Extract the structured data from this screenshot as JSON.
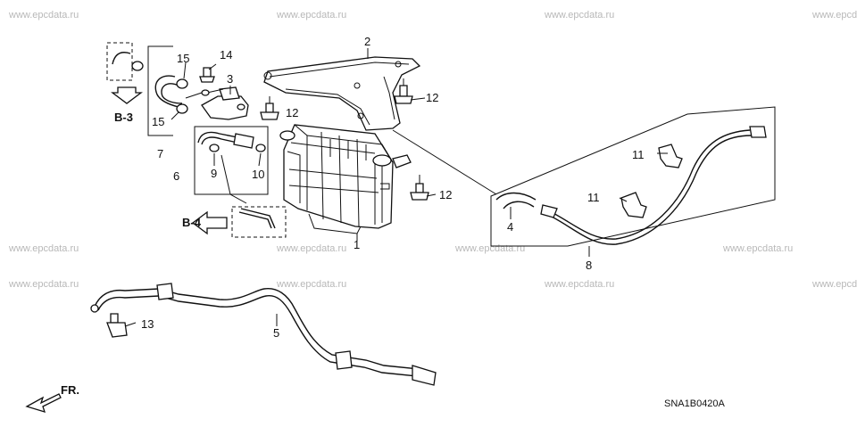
{
  "watermark": "www.epcdata.ru",
  "diagram_code": "SNA1B0420A",
  "direction_label": "FR.",
  "references": {
    "b3": "B-3",
    "b4": "B-4"
  },
  "callouts": {
    "c1": "1",
    "c2": "2",
    "c3": "3",
    "c4": "4",
    "c5": "5",
    "c6": "6",
    "c7": "7",
    "c8": "8",
    "c9": "9",
    "c10": "10",
    "c11a": "11",
    "c11b": "11",
    "c12a": "12",
    "c12b": "12",
    "c12c": "12",
    "c13": "13",
    "c14": "14",
    "c15a": "15",
    "c15b": "15"
  },
  "colors": {
    "line": "#111111",
    "watermark": "#b8b8b8",
    "background": "#ffffff"
  }
}
